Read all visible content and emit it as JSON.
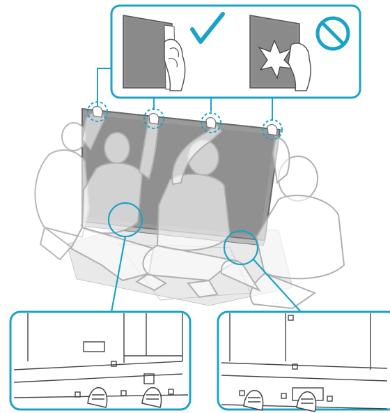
{
  "colors": {
    "accent": "#1aa3c7",
    "line": "#6f6f6f",
    "panel": "#8f8f8f",
    "panel_dark": "#6a6a6a",
    "skin_fill": "#ffffff"
  },
  "callouts": {
    "correct_grip": {
      "icon": "check-mark-icon",
      "meaning": "correct"
    },
    "incorrect_grip": {
      "icon": "prohibited-icon",
      "meaning": "incorrect"
    }
  },
  "scene": {
    "people_count": 4,
    "grip_points_count": 4
  },
  "details": [
    {
      "name": "left-bottom-detail",
      "hands_count": 2
    },
    {
      "name": "right-bottom-detail",
      "hands_count": 2
    }
  ]
}
